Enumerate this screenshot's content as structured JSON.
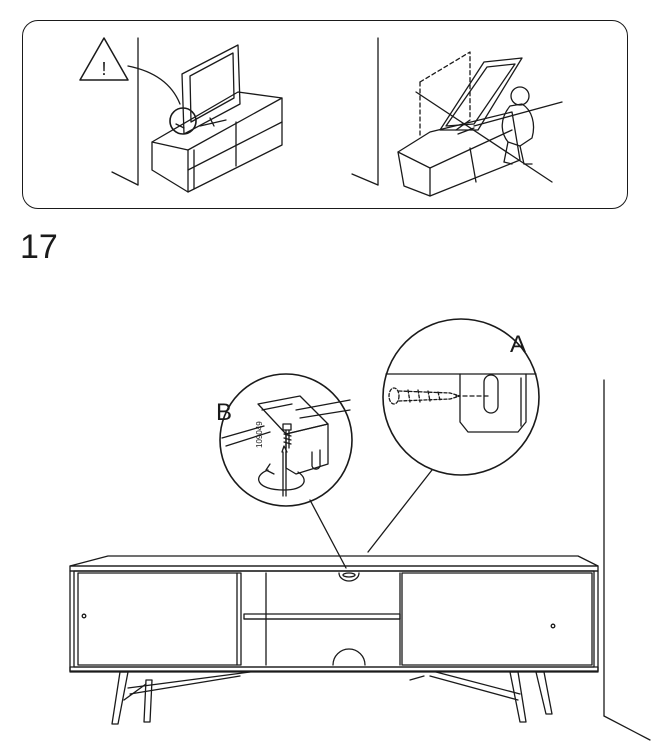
{
  "step_number": "17",
  "warning": {
    "symbol": "!"
  },
  "callouts": {
    "a_label": "A",
    "b_label": "B"
  },
  "part_number": "109049",
  "colors": {
    "line": "#1a1a1a",
    "background": "#ffffff"
  }
}
